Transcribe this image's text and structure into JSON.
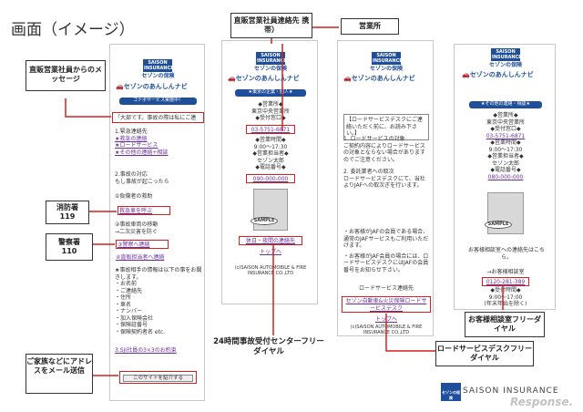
{
  "title": "画面（イメージ）",
  "callouts": {
    "message": "直販営業社員からのメッセージ",
    "direct_sales": "直販営業社員連絡先 携帯）",
    "office": "営業所",
    "fire": "消防署",
    "fire_num": "119",
    "police": "警察署",
    "police_num": "110",
    "customer_desk": "お客様相談室フリーダイヤル",
    "accident_center": "24時間事故受付センターフリーダイヤル",
    "road_service": "ロードサービスデスクフリーダイヤル",
    "family_mail": "ご家族などにアドレスをメール送信"
  },
  "brand": {
    "saison": "SAISON",
    "insurance": "INSURANCE",
    "saison_jp": "セゾンの保険",
    "navi": "セゾンのあんしんナビ",
    "footer_brand": "SAISON INSURANCE",
    "footer_jp": "セゾンの保険"
  },
  "phone1": {
    "bar": "ゴナボサービス実施中！",
    "message": "「大部です。事故の際は私にご連",
    "s1": "1.緊急連絡先",
    "s1_items": [
      "★救急の連絡",
      "★ロードサービス",
      "★その他の連絡+相談"
    ],
    "s2": "2.事故の対応",
    "s2_sub": "もし事故が起こったら",
    "i1": "①負傷者の救助",
    "i1_link": "救急車を呼ぶ",
    "i2": "②事故車両の移動",
    "i2_sub": "→二次災害を防ぐ",
    "i3_link": "③警察へ連絡",
    "i4_link": "④直販担当者へ連絡",
    "list_head": "★事故相手の情報は以下の事をお聞きします。",
    "list": [
      "・お名前",
      "・ご連絡先",
      "・住所",
      "・車名",
      "・ナンバー",
      "・加入保険会社",
      "・保険証番号",
      "・保険契約者名 etc."
    ],
    "s3_link": "3.SJI社員の3×3のお約束",
    "send_button": "このサイトを紹介する"
  },
  "phone2": {
    "bar": "★東京の企業・個人★",
    "office_label": "◆営業所◆",
    "office_name": "東京中央営業所",
    "tel_label": "◆受付窓口◆",
    "tel": "03-5751-6871",
    "hours_label": "◆営業時間◆",
    "hours": "9:00〜17:30",
    "rep_label": "◆営業担当者◆",
    "rep": "セゾン太郎",
    "mobile_label": "◆電話番号◆",
    "mobile": "090-000-000",
    "sample": "SAMPLE",
    "holiday_link": "休日・夜間の連絡先",
    "top_link": "トップへ",
    "copyright": "(c)SAISON AUTOMOBILE & FIRE INSURANCE CO.,LTD"
  },
  "phone3": {
    "box_text": "【ロードサービスデスクにご連絡いただく前に、お読み下さい。】",
    "p1": "1. ロードサービスの対象",
    "p1_body": "ご契約内容によりロードサービスの対象とならない場合がありますのでご注意ください。",
    "p2": "2. 委託業者への取次",
    "p2_body": "ロードサービスデスクにて、当社よりJAFへの取次ぎを行います。",
    "note1": "・お客様がJAFの会員である場合、通常のJAFサービスもご利用いただけます。",
    "note2": "・お客様がJAF会員の場合には、ロードサービスデスクにはJAFの会員番号をお知らせ下さい。",
    "rs_head": "ロードサービス連絡先",
    "rs_link": "セゾン自動車&火災保険ロードサービスデスク",
    "top_link": "トップへ",
    "copyright": "(c)SAISON AUTOMOBILE & FIRE INSURANCE CO.,LTD"
  },
  "phone4": {
    "bar": "★その他の連絡・相談★",
    "office_label": "◆営業所◆",
    "office_name": "東京中央営業所",
    "tel_label": "◆受付窓口◆",
    "tel": "03-5751-6871",
    "hours_label": "◆営業時間◆",
    "hours": "9:00〜17:30",
    "rep_label": "◆営業担当者◆",
    "rep": "セゾン太郎",
    "mobile_label": "◆電話番号◆",
    "mobile": "080-000-000",
    "sample": "SAMPLE",
    "desk_text": "お客様相談室への連絡先はこちら。",
    "desk_head": "→お客様相談室",
    "desk_tel": "0120-281-389",
    "desk_hours_label": "◆受付時間◆",
    "desk_hours": "9:00〜17:00",
    "desk_note": "(年末年始を除く)"
  },
  "watermark": "Response."
}
